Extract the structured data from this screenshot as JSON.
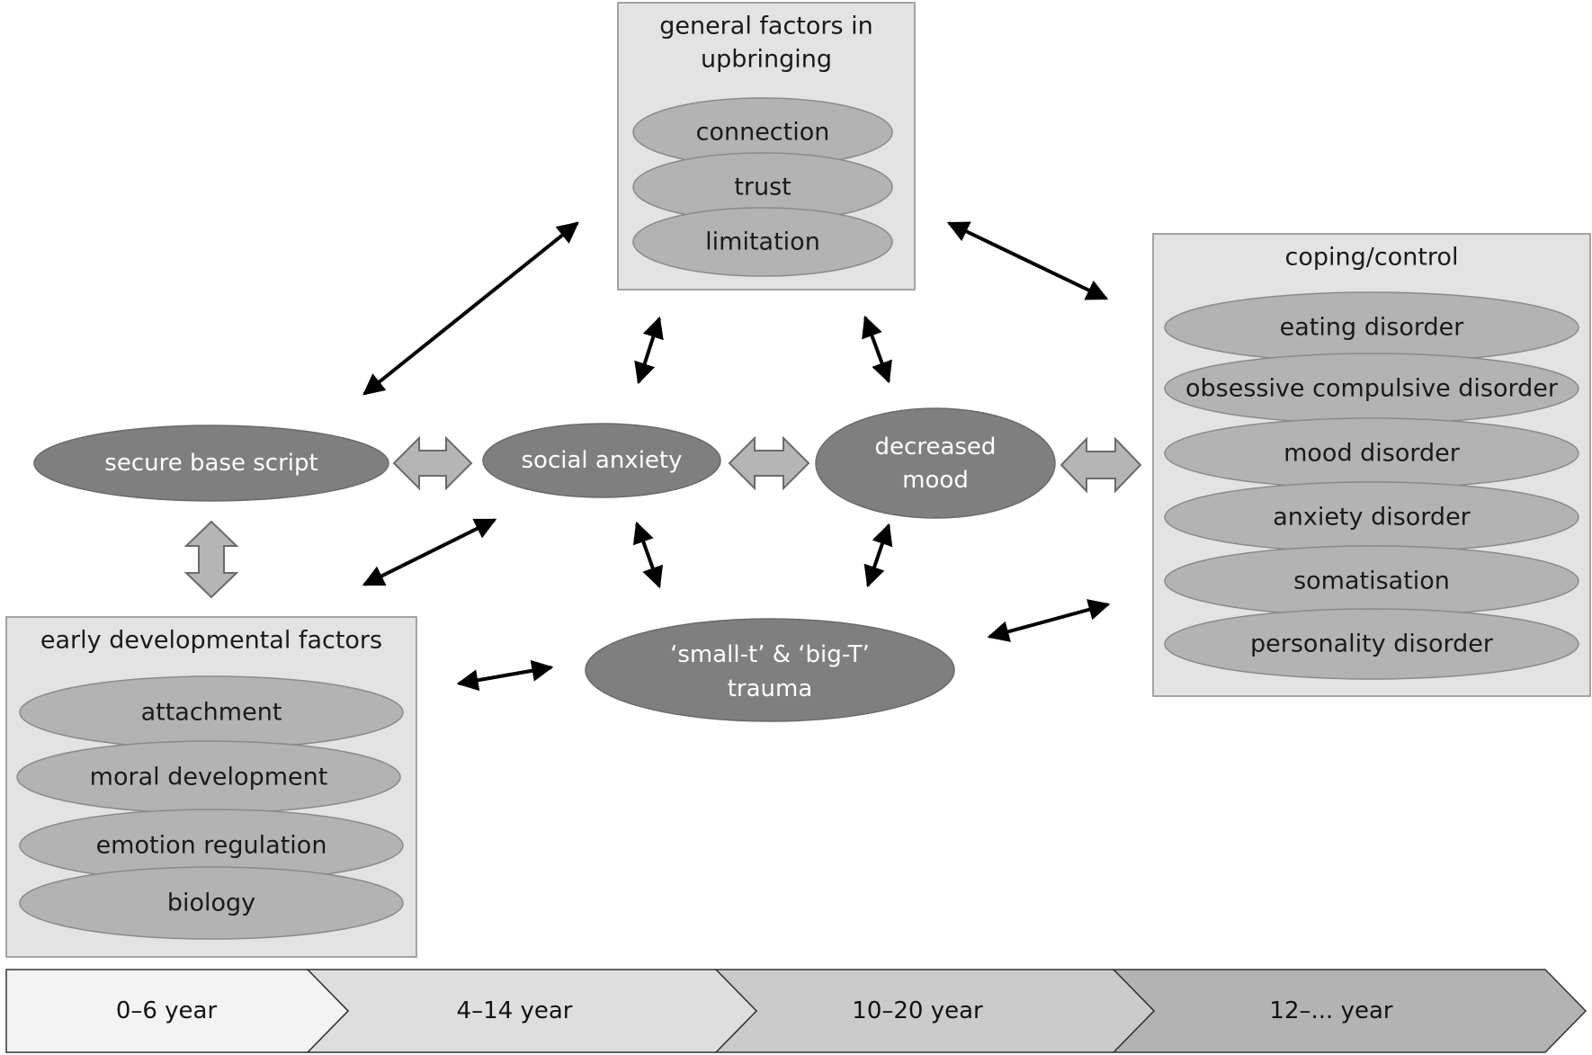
{
  "panels": {
    "upbringing": {
      "title_line1": "general factors in",
      "title_line2": "upbringing",
      "items": [
        "connection",
        "trust",
        "limitation"
      ]
    },
    "coping": {
      "title": "coping/control",
      "items": [
        "eating disorder",
        "obsessive compulsive disorder",
        "mood disorder",
        "anxiety disorder",
        "somatisation",
        "personality disorder"
      ]
    },
    "early": {
      "title": "early developmental factors",
      "items": [
        "attachment",
        "moral development",
        "emotion regulation",
        "biology"
      ]
    }
  },
  "nodes": {
    "secure_base": "secure base script",
    "social_anxiety": "social anxiety",
    "decreased_mood_line1": "decreased",
    "decreased_mood_line2": "mood",
    "trauma_line1": "‘small-t’ & ‘big-T’",
    "trauma_line2": "trauma"
  },
  "timeline": [
    "0–6 year",
    "4–14 year",
    "10–20 year",
    "12–... year"
  ],
  "colors": {
    "panel_fill": "#e3e3e3",
    "panel_stroke": "#8a8a8a",
    "item_fill": "#b3b3b3",
    "node_fill": "#7f7f7f",
    "block_arrow_fill": "#b5b5b5",
    "timeline_fills": [
      "#f3f3f3",
      "#dedede",
      "#cbcbcb",
      "#b3b3b3"
    ]
  }
}
